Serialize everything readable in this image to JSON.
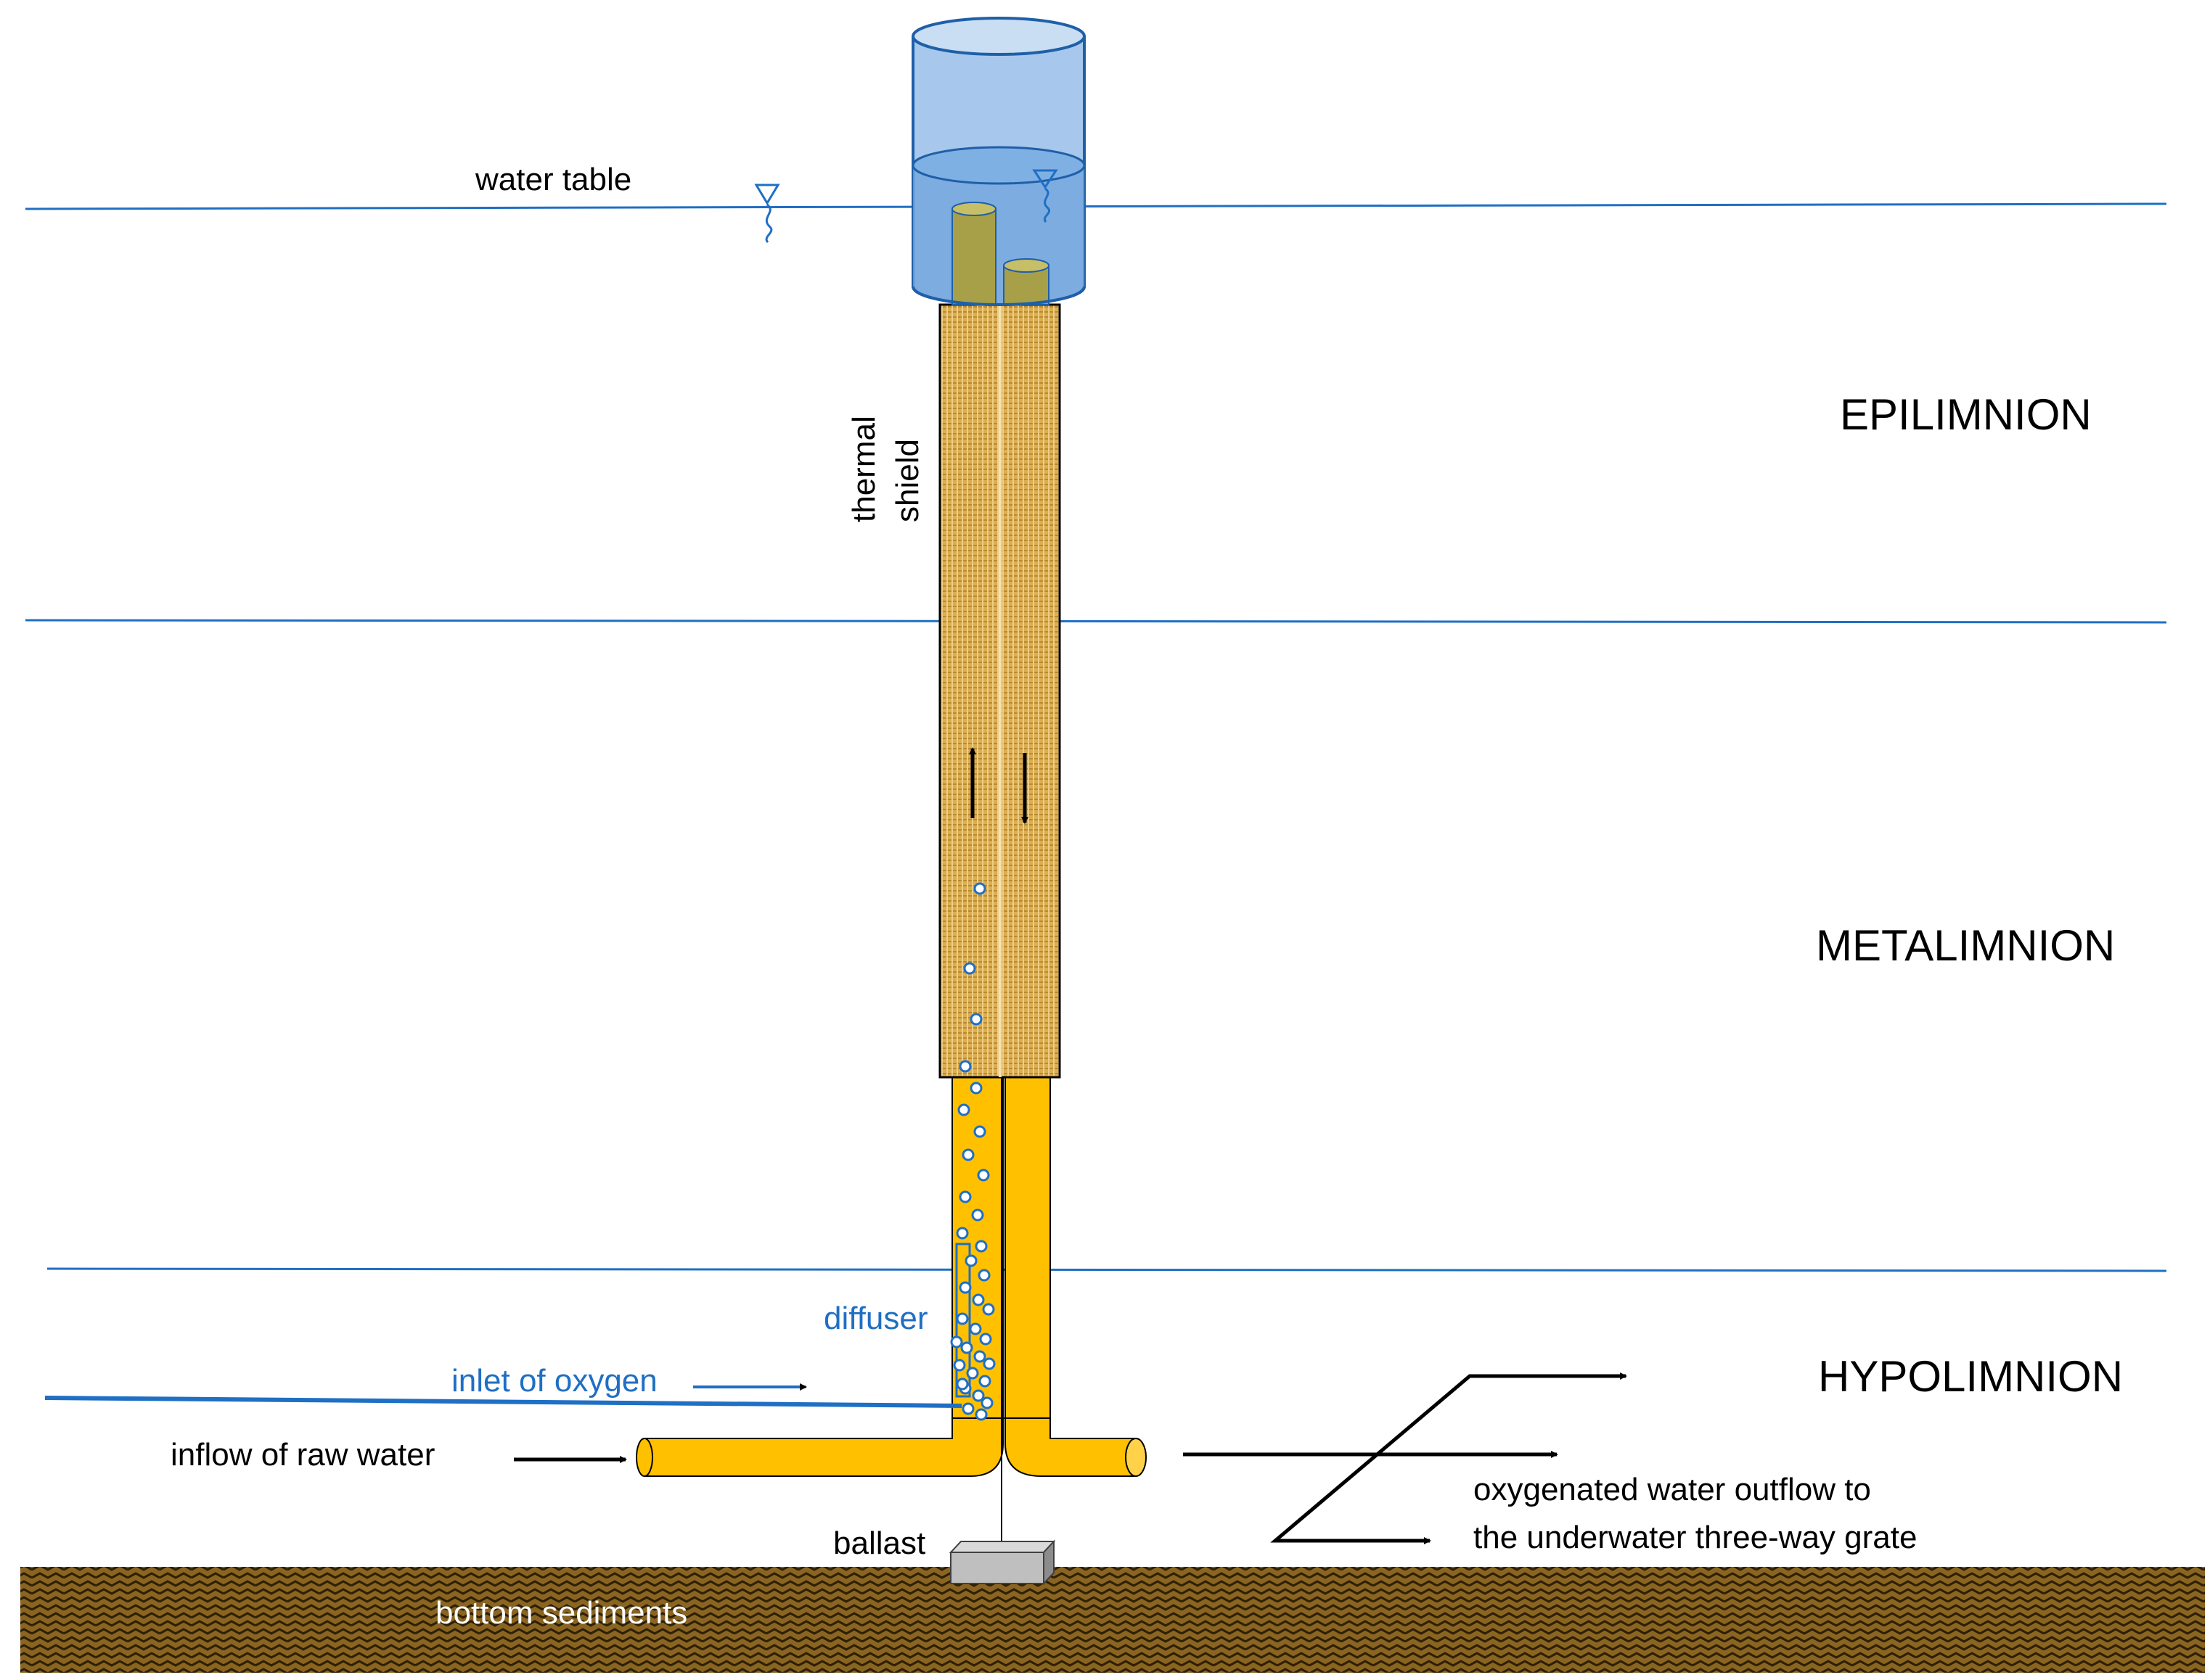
{
  "labels": {
    "water_table": "water table",
    "thermal_shield_line1": "thermal",
    "thermal_shield_line2": "shield",
    "epilimnion": "EPILIMNION",
    "metalimnion": "METALIMNION",
    "hypolimnion": "HYPOLIMNION",
    "diffuser": "diffuser",
    "inlet_of_oxygen": "inlet of oxygen",
    "inflow_of_raw_water": "inflow of raw water",
    "outflow_line1": "oxygenated water outflow to",
    "outflow_line2": "the underwater three-way grate",
    "ballast": "ballast",
    "bottom_sediments": "bottom sediments"
  },
  "colors": {
    "water_line": "#1f6fc4",
    "pipe_yellow": "#ffc000",
    "shield_tan": "#d9a94a",
    "chamber_blue": "#7fb2e5",
    "chamber_border": "#1f5fa8",
    "inner_tube_olive": "#a8a048",
    "sediment_brown": "#8a6520",
    "ballast_gray": "#bfbfbf"
  },
  "icons": {
    "water_level_symbol": "inverted-triangle-wave-icon",
    "flow_arrow": "arrow-icon"
  }
}
